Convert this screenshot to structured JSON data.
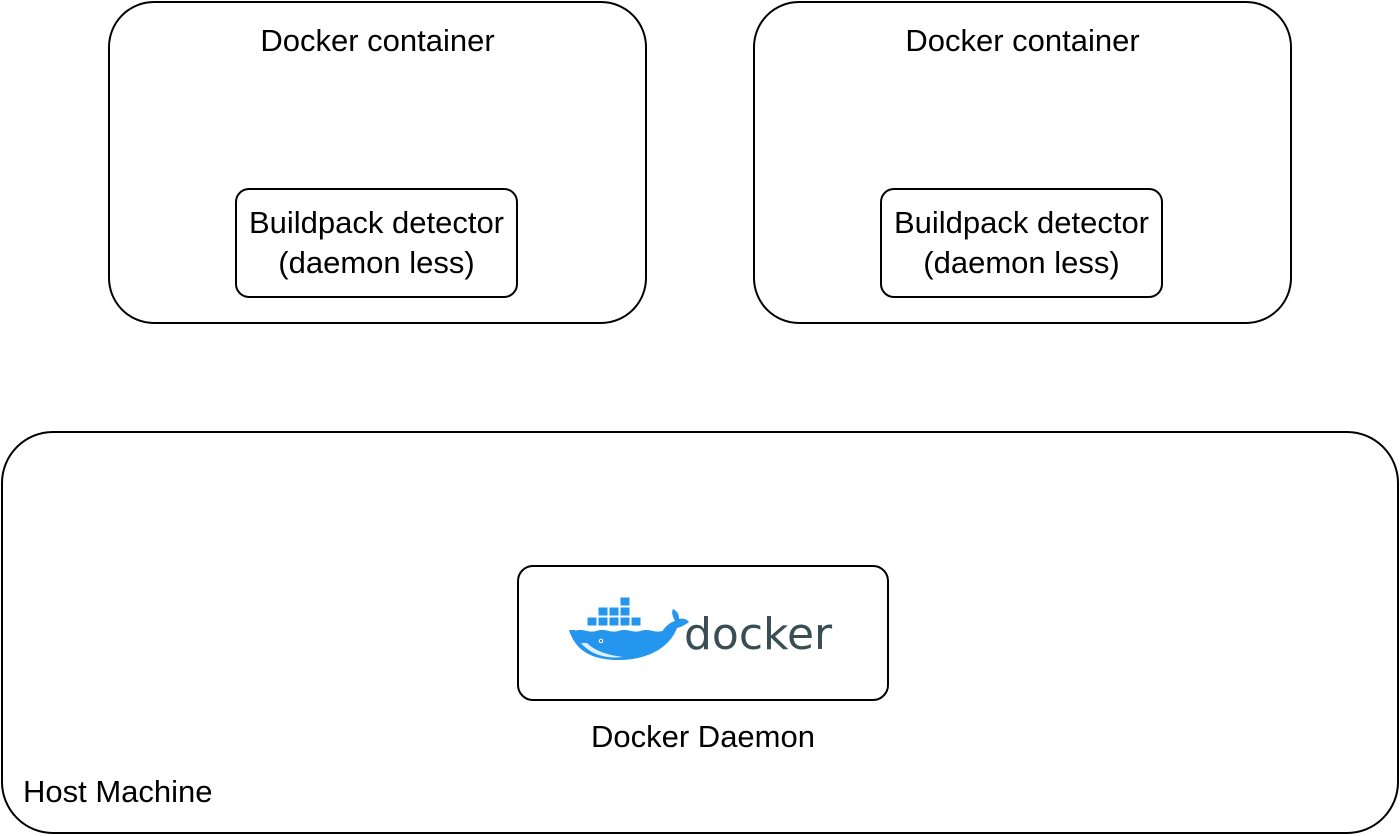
{
  "containers": [
    {
      "title": "Docker container",
      "detector": {
        "line1": "Buildpack detector",
        "line2": "(daemon less)"
      }
    },
    {
      "title": "Docker container",
      "detector": {
        "line1": "Buildpack detector",
        "line2": "(daemon less)"
      }
    }
  ],
  "host": {
    "label": "Host Machine",
    "daemon": {
      "logo_text": "docker",
      "label": "Docker Daemon",
      "logo_icon": "docker-whale-icon"
    }
  },
  "colors": {
    "stroke": "#000000",
    "docker_blue": "#2496ED",
    "docker_dark": "#384D54"
  }
}
